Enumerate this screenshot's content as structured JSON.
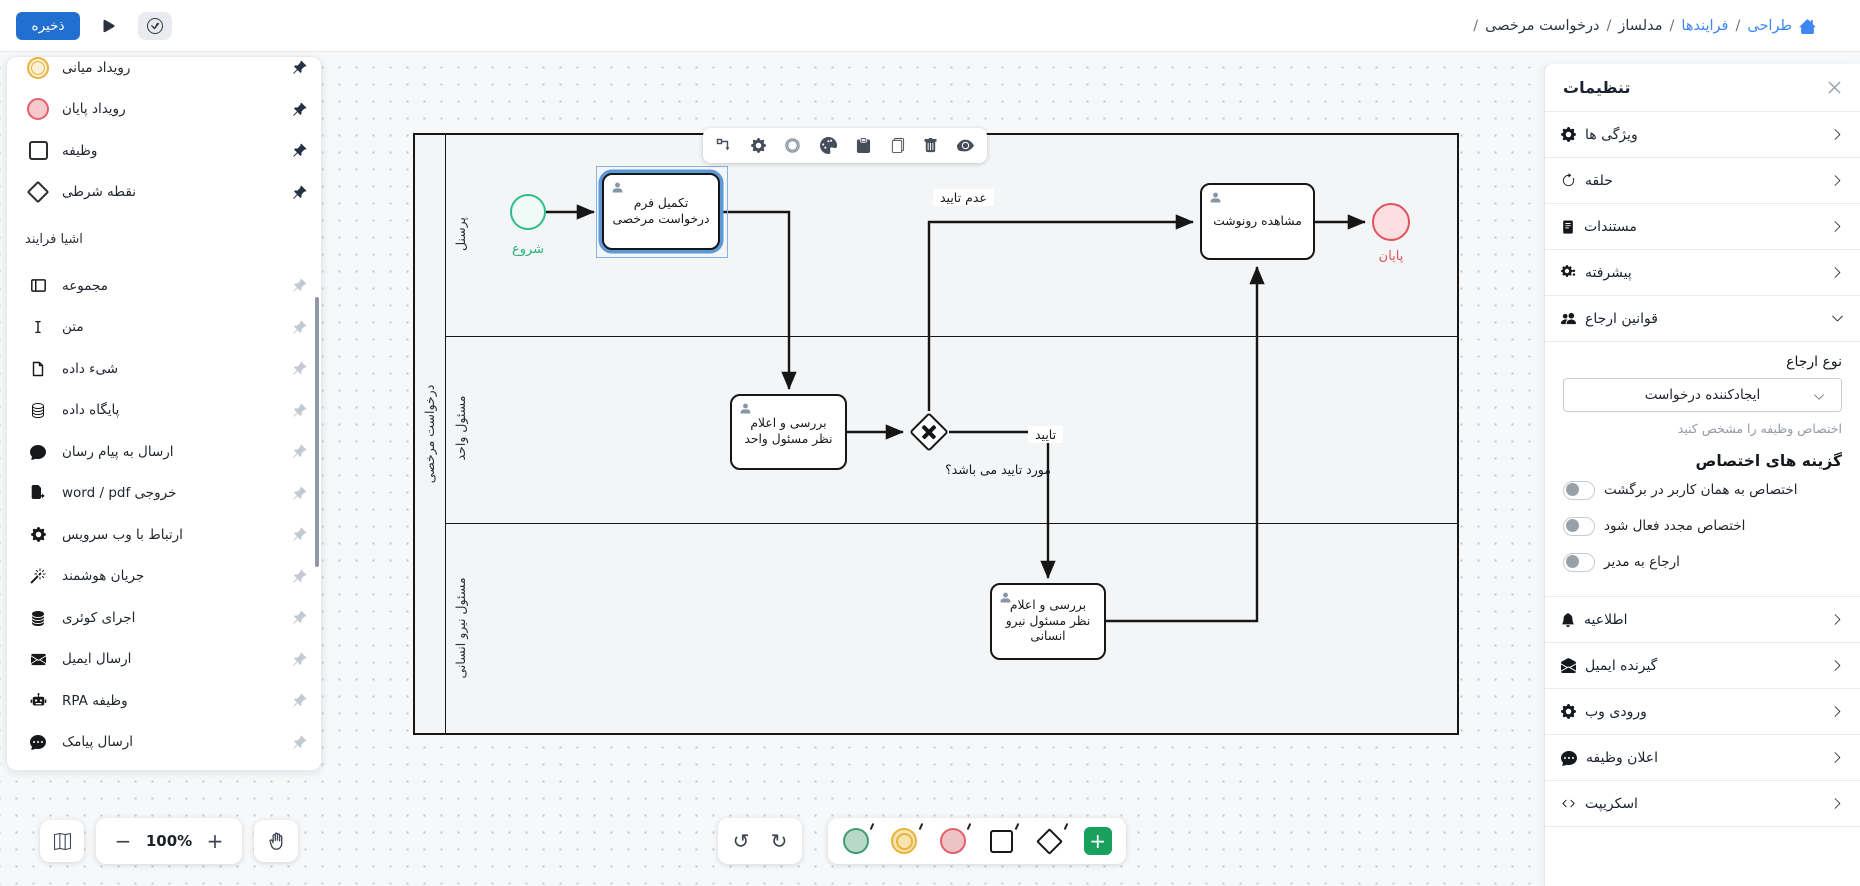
{
  "topbar": {
    "save_label": "ذخیره",
    "breadcrumb": {
      "items": [
        "طراحی",
        "فرایندها",
        "مدلساز",
        "درخواست مرخصی"
      ],
      "separator": "/"
    }
  },
  "palette_panel": {
    "pinned_items": [
      {
        "label": "رویداد میانی",
        "icon": "shape-intermediate-event",
        "pinned": true
      },
      {
        "label": "رویداد پایان",
        "icon": "shape-end-event",
        "pinned": true
      },
      {
        "label": "وظیفه",
        "icon": "shape-task",
        "pinned": true
      },
      {
        "label": "نقطه شرطی",
        "icon": "shape-gateway",
        "pinned": true
      }
    ],
    "section_title": "اشیا فرایند",
    "items": [
      {
        "label": "مجموعه",
        "icon": "collection",
        "pinned": false
      },
      {
        "label": "متن",
        "icon": "text-cursor",
        "pinned": false
      },
      {
        "label": "شیء داده",
        "icon": "data-object",
        "pinned": false
      },
      {
        "label": "پایگاه داده",
        "icon": "database",
        "pinned": false
      },
      {
        "label": "ارسال به پیام رسان",
        "icon": "chat",
        "pinned": false
      },
      {
        "label": "خروجی word / pdf",
        "icon": "doc-export",
        "pinned": false
      },
      {
        "label": "ارتباط با وب سرویس",
        "icon": "gear",
        "pinned": false
      },
      {
        "label": "جریان هوشمند",
        "icon": "wand",
        "pinned": false
      },
      {
        "label": "اجرای کوئری",
        "icon": "database-fill",
        "pinned": false
      },
      {
        "label": "ارسال ایمیل",
        "icon": "envelope",
        "pinned": false
      },
      {
        "label": "وظیفه RPA",
        "icon": "robot",
        "pinned": false
      },
      {
        "label": "ارسال پیامک",
        "icon": "chat-dots",
        "pinned": false
      }
    ]
  },
  "settings_panel": {
    "title": "تنظیمات",
    "sections_top": [
      {
        "label": "ویژگی ها",
        "icon": "gear",
        "expanded": false
      },
      {
        "label": "حلقه",
        "icon": "loop",
        "expanded": false
      },
      {
        "label": "مستندات",
        "icon": "book",
        "expanded": false
      },
      {
        "label": "پیشرفته",
        "icon": "gear-duo",
        "expanded": false
      },
      {
        "label": "قوانین ارجاع",
        "icon": "users",
        "expanded": true
      }
    ],
    "referral": {
      "type_label": "نوع ارجاع",
      "selected_option": "ایجادکننده درخواست",
      "hint": "اختصاص وظیفه را مشخص کنید",
      "options_title": "گزینه های اختصاص",
      "toggles": [
        {
          "label": "اختصاص به همان کاربر در برگشت",
          "on": false
        },
        {
          "label": "اختصاص مجدد فعال شود",
          "on": false
        },
        {
          "label": "ارجاع به مدیر",
          "on": false
        }
      ]
    },
    "sections_bottom": [
      {
        "label": "اطلاعیه",
        "icon": "bell",
        "expanded": false
      },
      {
        "label": "گیرنده ایمیل",
        "icon": "envelope-open",
        "expanded": false
      },
      {
        "label": "ورودی وب",
        "icon": "gear",
        "expanded": false
      },
      {
        "label": "اعلان وظیفه",
        "icon": "chat-dots",
        "expanded": false
      },
      {
        "label": "اسکریپت",
        "icon": "code",
        "expanded": false
      }
    ]
  },
  "canvas": {
    "pool_label": "درخواست مرخصی",
    "lanes": [
      "پرسنل",
      "مسئول واحد",
      "مسئول نیرو انسانی"
    ],
    "start": {
      "label": "شروع"
    },
    "end": {
      "label": "پایان"
    },
    "tasks": [
      {
        "label": "تکمیل فرم درخواست مرخصی",
        "selected": true
      },
      {
        "label": "بررسی و اعلام نظر مسئول واحد",
        "selected": false
      },
      {
        "label": "مشاهده رونوشت",
        "selected": false
      },
      {
        "label": "بررسی و اعلام نظر مسئول نیرو انسانی",
        "selected": false
      }
    ],
    "gateway": {
      "question": "مورد تایید می باشد؟"
    },
    "edge_labels": {
      "approve": "تایید",
      "reject": "عدم تایید"
    }
  },
  "context_toolbar": {
    "icons": [
      "elbow-connector",
      "gear",
      "ring",
      "palette",
      "clipboard",
      "copy",
      "trash",
      "eye"
    ]
  },
  "bottom_bar": {
    "zoom_level": "100%",
    "minus": "−",
    "plus": "+",
    "add_plus": "+",
    "shapes": [
      "start-event",
      "intermediate-event",
      "end-event",
      "task",
      "gateway"
    ]
  },
  "colors": {
    "accent_blue": "#2170d0",
    "link_blue": "#3f87f5",
    "start_green": "#2cbe8c",
    "end_red": "#e0535f",
    "intermediate_yellow": "#e8b33c",
    "selection_blue": "#5d99d6",
    "add_green": "#18a05c"
  }
}
